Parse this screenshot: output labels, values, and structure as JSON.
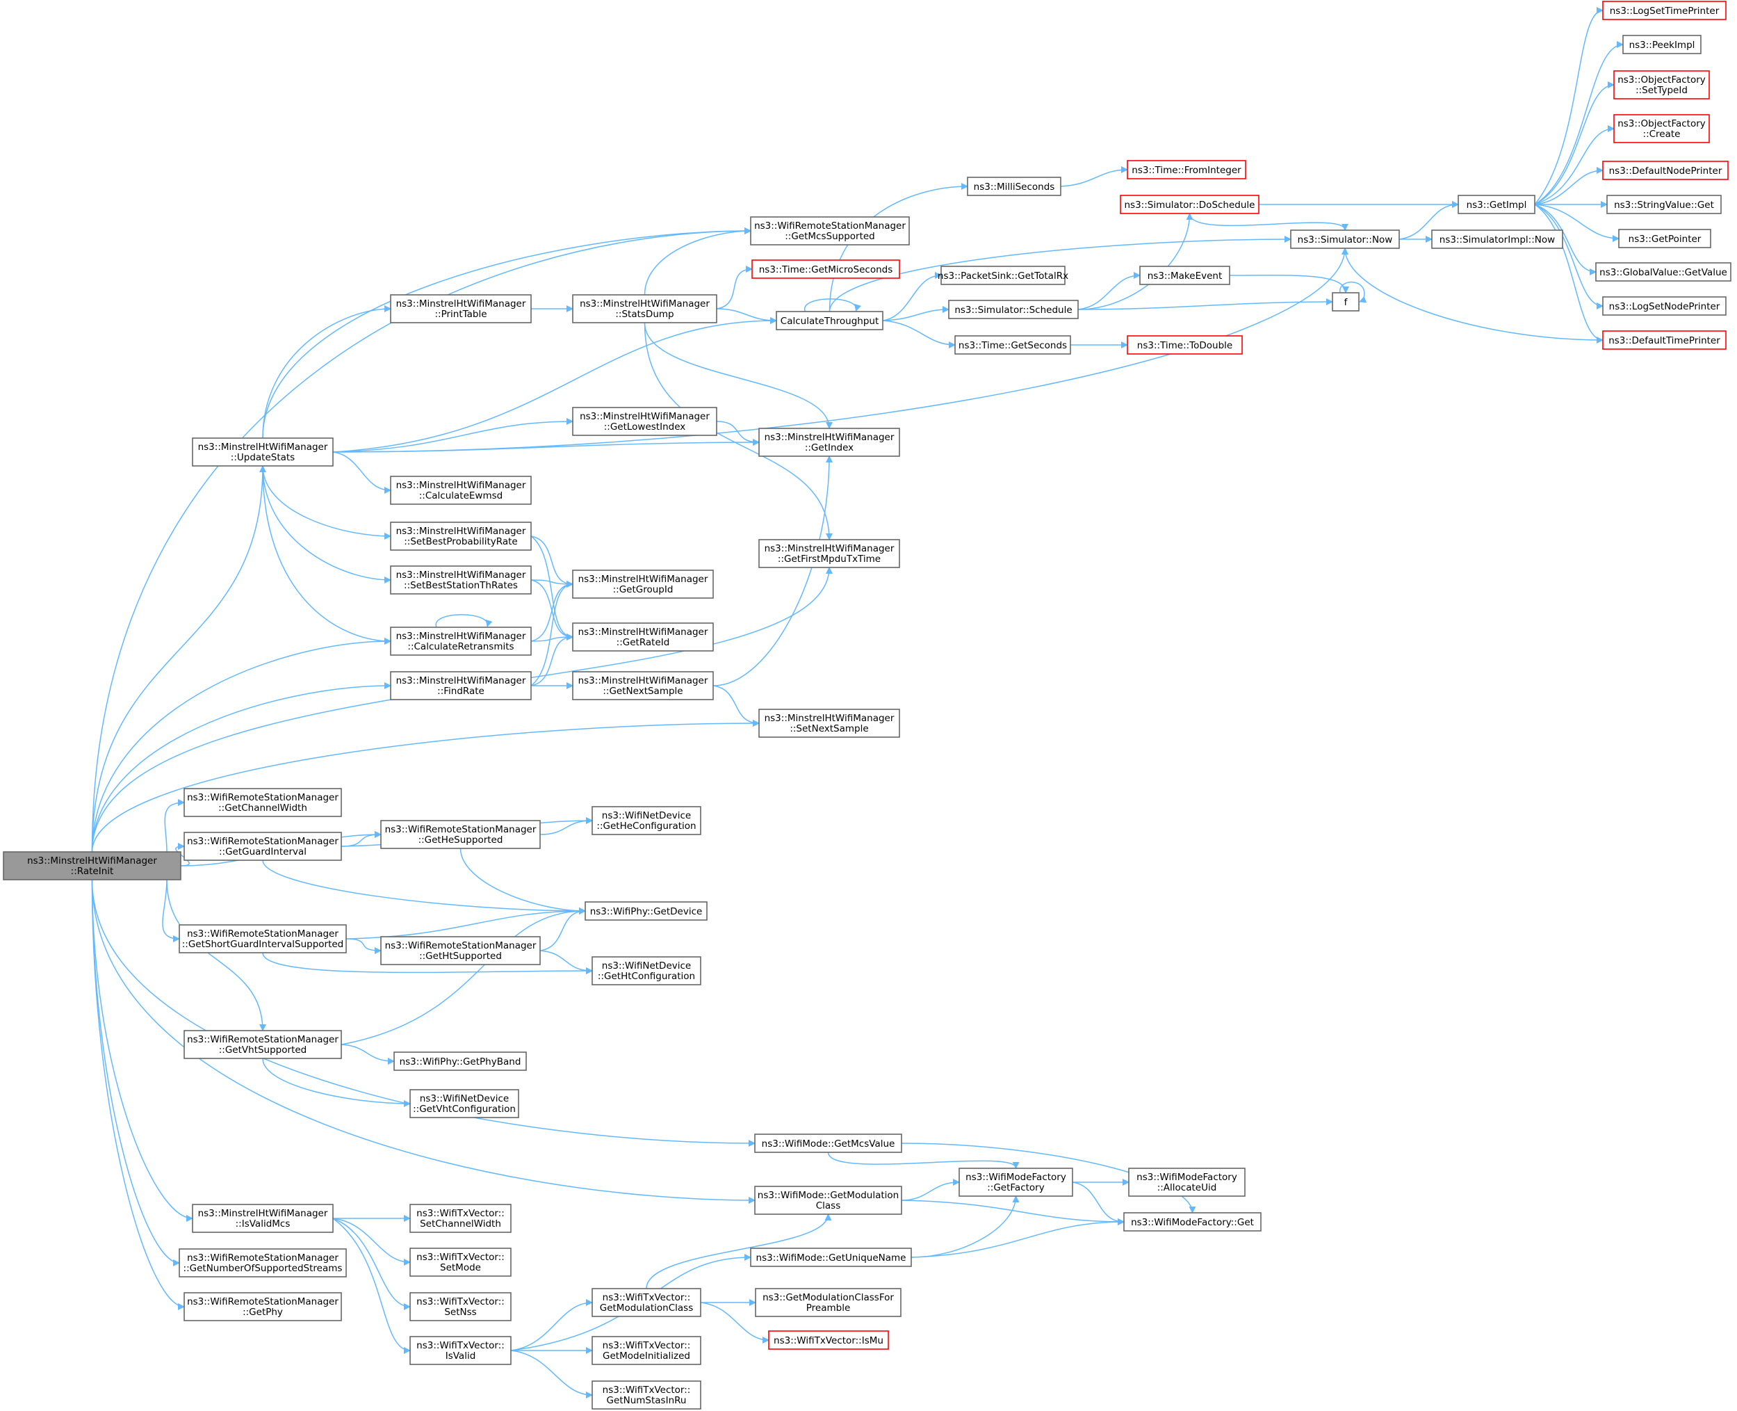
{
  "colors": {
    "edge": "#63b8ff",
    "border": "#666666",
    "red_border": "#ff0000",
    "root_fill": "#999999"
  },
  "nodes": {
    "ratelnit": [
      "ns3::MinstrelHtWifiManager",
      "::RateInit"
    ],
    "updateStats": [
      "ns3::MinstrelHtWifiManager",
      "::UpdateStats"
    ],
    "printTable": [
      "ns3::MinstrelHtWifiManager",
      "::PrintTable"
    ],
    "statsDump": [
      "ns3::MinstrelHtWifiManager",
      "::StatsDump"
    ],
    "getMcsSupported": [
      "ns3::WifiRemoteStationManager",
      "::GetMcsSupported"
    ],
    "getMicroSeconds": [
      "ns3::Time::GetMicroSeconds"
    ],
    "calcThroughput": [
      "CalculateThroughput"
    ],
    "milliSeconds": [
      "ns3::MilliSeconds"
    ],
    "fromInteger": [
      "ns3::Time::FromInteger"
    ],
    "packetSink": [
      "ns3::PacketSink::GetTotalRx"
    ],
    "doSchedule": [
      "ns3::Simulator::DoSchedule"
    ],
    "simNow": [
      "ns3::Simulator::Now"
    ],
    "schedule": [
      "ns3::Simulator::Schedule"
    ],
    "makeEvent": [
      "ns3::MakeEvent"
    ],
    "getSeconds": [
      "ns3::Time::GetSeconds"
    ],
    "toDouble": [
      "ns3::Time::ToDouble"
    ],
    "fnode": [
      "f"
    ],
    "getImpl": [
      "ns3::GetImpl"
    ],
    "simImplNow": [
      "ns3::SimulatorImpl::Now"
    ],
    "logSetTimePrinter": [
      "ns3::LogSetTimePrinter"
    ],
    "peekImpl": [
      "ns3::PeekImpl"
    ],
    "ofSetTypeId": [
      "ns3::ObjectFactory",
      "::SetTypeId"
    ],
    "ofCreate": [
      "ns3::ObjectFactory",
      "::Create"
    ],
    "defaultNodePrinter": [
      "ns3::DefaultNodePrinter"
    ],
    "stringValueGet": [
      "ns3::StringValue::Get"
    ],
    "getPointer": [
      "ns3::GetPointer"
    ],
    "globalValueGet": [
      "ns3::GlobalValue::GetValue"
    ],
    "logSetNodePrinter": [
      "ns3::LogSetNodePrinter"
    ],
    "defaultTimePrinter": [
      "ns3::DefaultTimePrinter"
    ],
    "getLowestIndex": [
      "ns3::MinstrelHtWifiManager",
      "::GetLowestIndex"
    ],
    "getIndex": [
      "ns3::MinstrelHtWifiManager",
      "::GetIndex"
    ],
    "calcEwmsd": [
      "ns3::MinstrelHtWifiManager",
      "::CalculateEwmsd"
    ],
    "setBestProb": [
      "ns3::MinstrelHtWifiManager",
      "::SetBestProbabilityRate"
    ],
    "getFirstMpdu": [
      "ns3::MinstrelHtWifiManager",
      "::GetFirstMpduTxTime"
    ],
    "setBestStation": [
      "ns3::MinstrelHtWifiManager",
      "::SetBestStationThRates"
    ],
    "getGroupId": [
      "ns3::MinstrelHtWifiManager",
      "::GetGroupId"
    ],
    "calcRetransmits": [
      "ns3::MinstrelHtWifiManager",
      "::CalculateRetransmits"
    ],
    "getRateId": [
      "ns3::MinstrelHtWifiManager",
      "::GetRateId"
    ],
    "findRate": [
      "ns3::MinstrelHtWifiManager",
      "::FindRate"
    ],
    "getNextSample": [
      "ns3::MinstrelHtWifiManager",
      "::GetNextSample"
    ],
    "setNextSample": [
      "ns3::MinstrelHtWifiManager",
      "::SetNextSample"
    ],
    "getChannelWidth": [
      "ns3::WifiRemoteStationManager",
      "::GetChannelWidth"
    ],
    "getGuardInterval": [
      "ns3::WifiRemoteStationManager",
      "::GetGuardInterval"
    ],
    "getHeSupported": [
      "ns3::WifiRemoteStationManager",
      "::GetHeSupported"
    ],
    "getHeConfig": [
      "ns3::WifiNetDevice",
      "::GetHeConfiguration"
    ],
    "phyGetDevice": [
      "ns3::WifiPhy::GetDevice"
    ],
    "getShortGi": [
      "ns3::WifiRemoteStationManager",
      "::GetShortGuardIntervalSupported"
    ],
    "getHtSupported": [
      "ns3::WifiRemoteStationManager",
      "::GetHtSupported"
    ],
    "getHtConfig": [
      "ns3::WifiNetDevice",
      "::GetHtConfiguration"
    ],
    "getVhtSupported": [
      "ns3::WifiRemoteStationManager",
      "::GetVhtSupported"
    ],
    "getPhyBand": [
      "ns3::WifiPhy::GetPhyBand"
    ],
    "getVhtConfig": [
      "ns3::WifiNetDevice",
      "::GetVhtConfiguration"
    ],
    "getMcsValue": [
      "ns3::WifiMode::GetMcsValue"
    ],
    "modeFactoryGetFactory": [
      "ns3::WifiModeFactory",
      "::GetFactory"
    ],
    "allocateUid": [
      "ns3::WifiModeFactory",
      "::AllocateUid"
    ],
    "getModulationClass": [
      "ns3::WifiMode::GetModulation",
      "Class"
    ],
    "modeFactoryGet": [
      "ns3::WifiModeFactory::Get"
    ],
    "getUniqueName": [
      "ns3::WifiMode::GetUniqueName"
    ],
    "isValidMcs": [
      "ns3::MinstrelHtWifiManager",
      "::IsValidMcs"
    ],
    "setChannelWidth": [
      "ns3::WifiTxVector::",
      "SetChannelWidth"
    ],
    "getNumStreams": [
      "ns3::WifiRemoteStationManager",
      "::GetNumberOfSupportedStreams"
    ],
    "setMode": [
      "ns3::WifiTxVector::",
      "SetMode"
    ],
    "getPhy": [
      "ns3::WifiRemoteStationManager",
      "::GetPhy"
    ],
    "setNss": [
      "ns3::WifiTxVector::",
      "SetNss"
    ],
    "txGetModClass": [
      "ns3::WifiTxVector::",
      "GetModulationClass"
    ],
    "getModClassPreamble": [
      "ns3::GetModulationClassFor",
      "Preamble"
    ],
    "isMu": [
      "ns3::WifiTxVector::IsMu"
    ],
    "isValid": [
      "ns3::WifiTxVector::",
      "IsValid"
    ],
    "getModeInit": [
      "ns3::WifiTxVector::",
      "GetModeInitialized"
    ],
    "getNumStas": [
      "ns3::WifiTxVector::",
      "GetNumStasInRu"
    ]
  }
}
